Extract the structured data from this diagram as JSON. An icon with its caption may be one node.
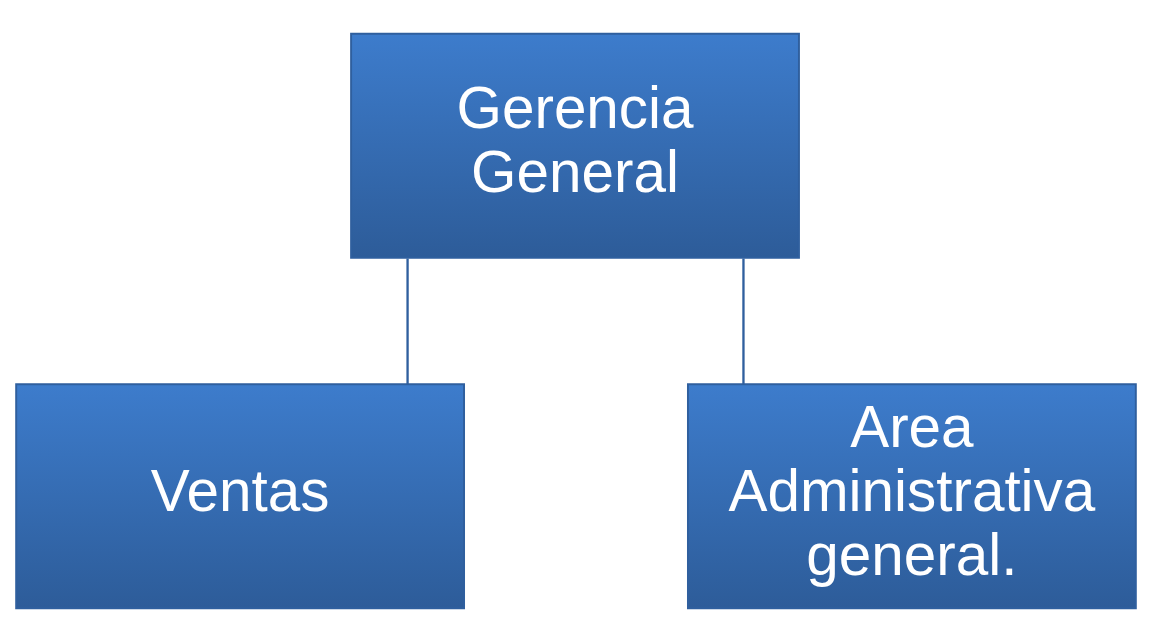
{
  "diagram": {
    "nodes": [
      {
        "text": [
          "Gerencia General"
        ]
      },
      {
        "text": [
          "Ventas"
        ]
      },
      {
        "text": [
          "Area Administrativa general."
        ]
      }
    ],
    "edges": [
      {
        "from": 0,
        "to": 1,
        "arrow": "none"
      },
      {
        "from": 0,
        "to": 2,
        "arrow": "none"
      }
    ]
  }
}
